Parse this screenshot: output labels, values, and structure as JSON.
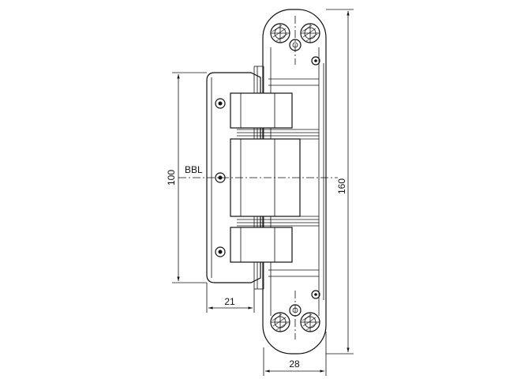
{
  "dimensions": {
    "overall_height": "160",
    "hole_spacing": "100",
    "body_width": "28",
    "leaf_offset": "21"
  },
  "labels": {
    "reference_line": "BBL"
  }
}
